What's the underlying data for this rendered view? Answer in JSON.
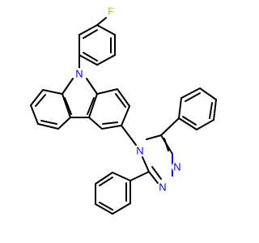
{
  "molecule": {
    "atoms": {
      "fluorine": "F",
      "carbazole_nitrogen": "N",
      "triazole_n4": "N",
      "triazole_n1": "N",
      "triazole_n2": "N"
    }
  },
  "colors": {
    "bond": "#000000",
    "nitrogen": "#0000ff",
    "fluorine": "#9acd32",
    "background": "#ffffff"
  }
}
